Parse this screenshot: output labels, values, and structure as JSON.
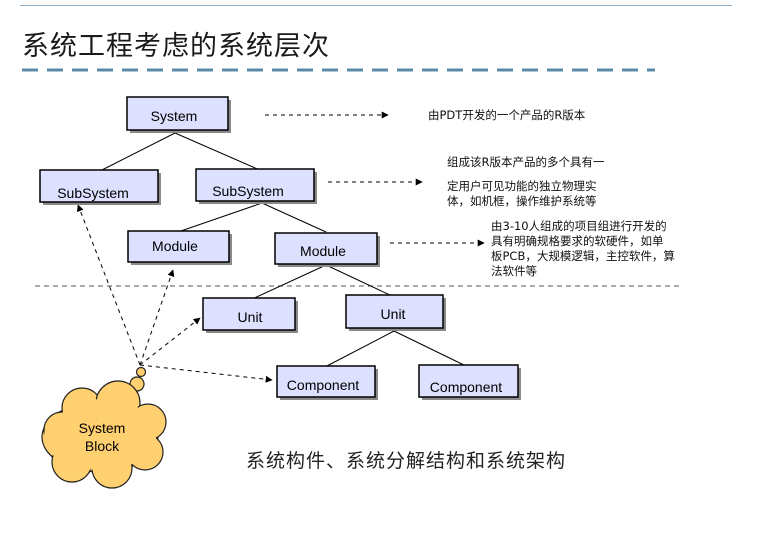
{
  "title": "系统工程考虑的系统层次",
  "nodes": {
    "system": "System",
    "subsystem_left": "SubSystem",
    "subsystem_right": "SubSystem",
    "module_left": "Module",
    "module_right": "Module",
    "unit_left": "Unit",
    "unit_right": "Unit",
    "component_left": "Component",
    "component_right": "Component"
  },
  "cloud": {
    "line1": "System",
    "line2": "Block"
  },
  "notes": {
    "system": "由PDT开发的一个产品的R版本",
    "subsystem_line1": "组成该R版本产品的多个具有一",
    "subsystem_line2": "定用户可见功能的独立物理实",
    "subsystem_line3": "体，如机框，操作维护系统等",
    "module_line1": "由3-10人组成的项目组进行开发的",
    "module_line2": "具有明确规格要求的软硬件，如单",
    "module_line3": "板PCB，大规模逻辑，主控软件，算",
    "module_line4": "法软件等"
  },
  "caption": "系统构件、系统分解结构和系统架构",
  "colors": {
    "box_fill": "#dde0ff",
    "box_border": "#000000",
    "cloud_fill": "#ffd070",
    "dash_accent": "#5a8aa8"
  }
}
